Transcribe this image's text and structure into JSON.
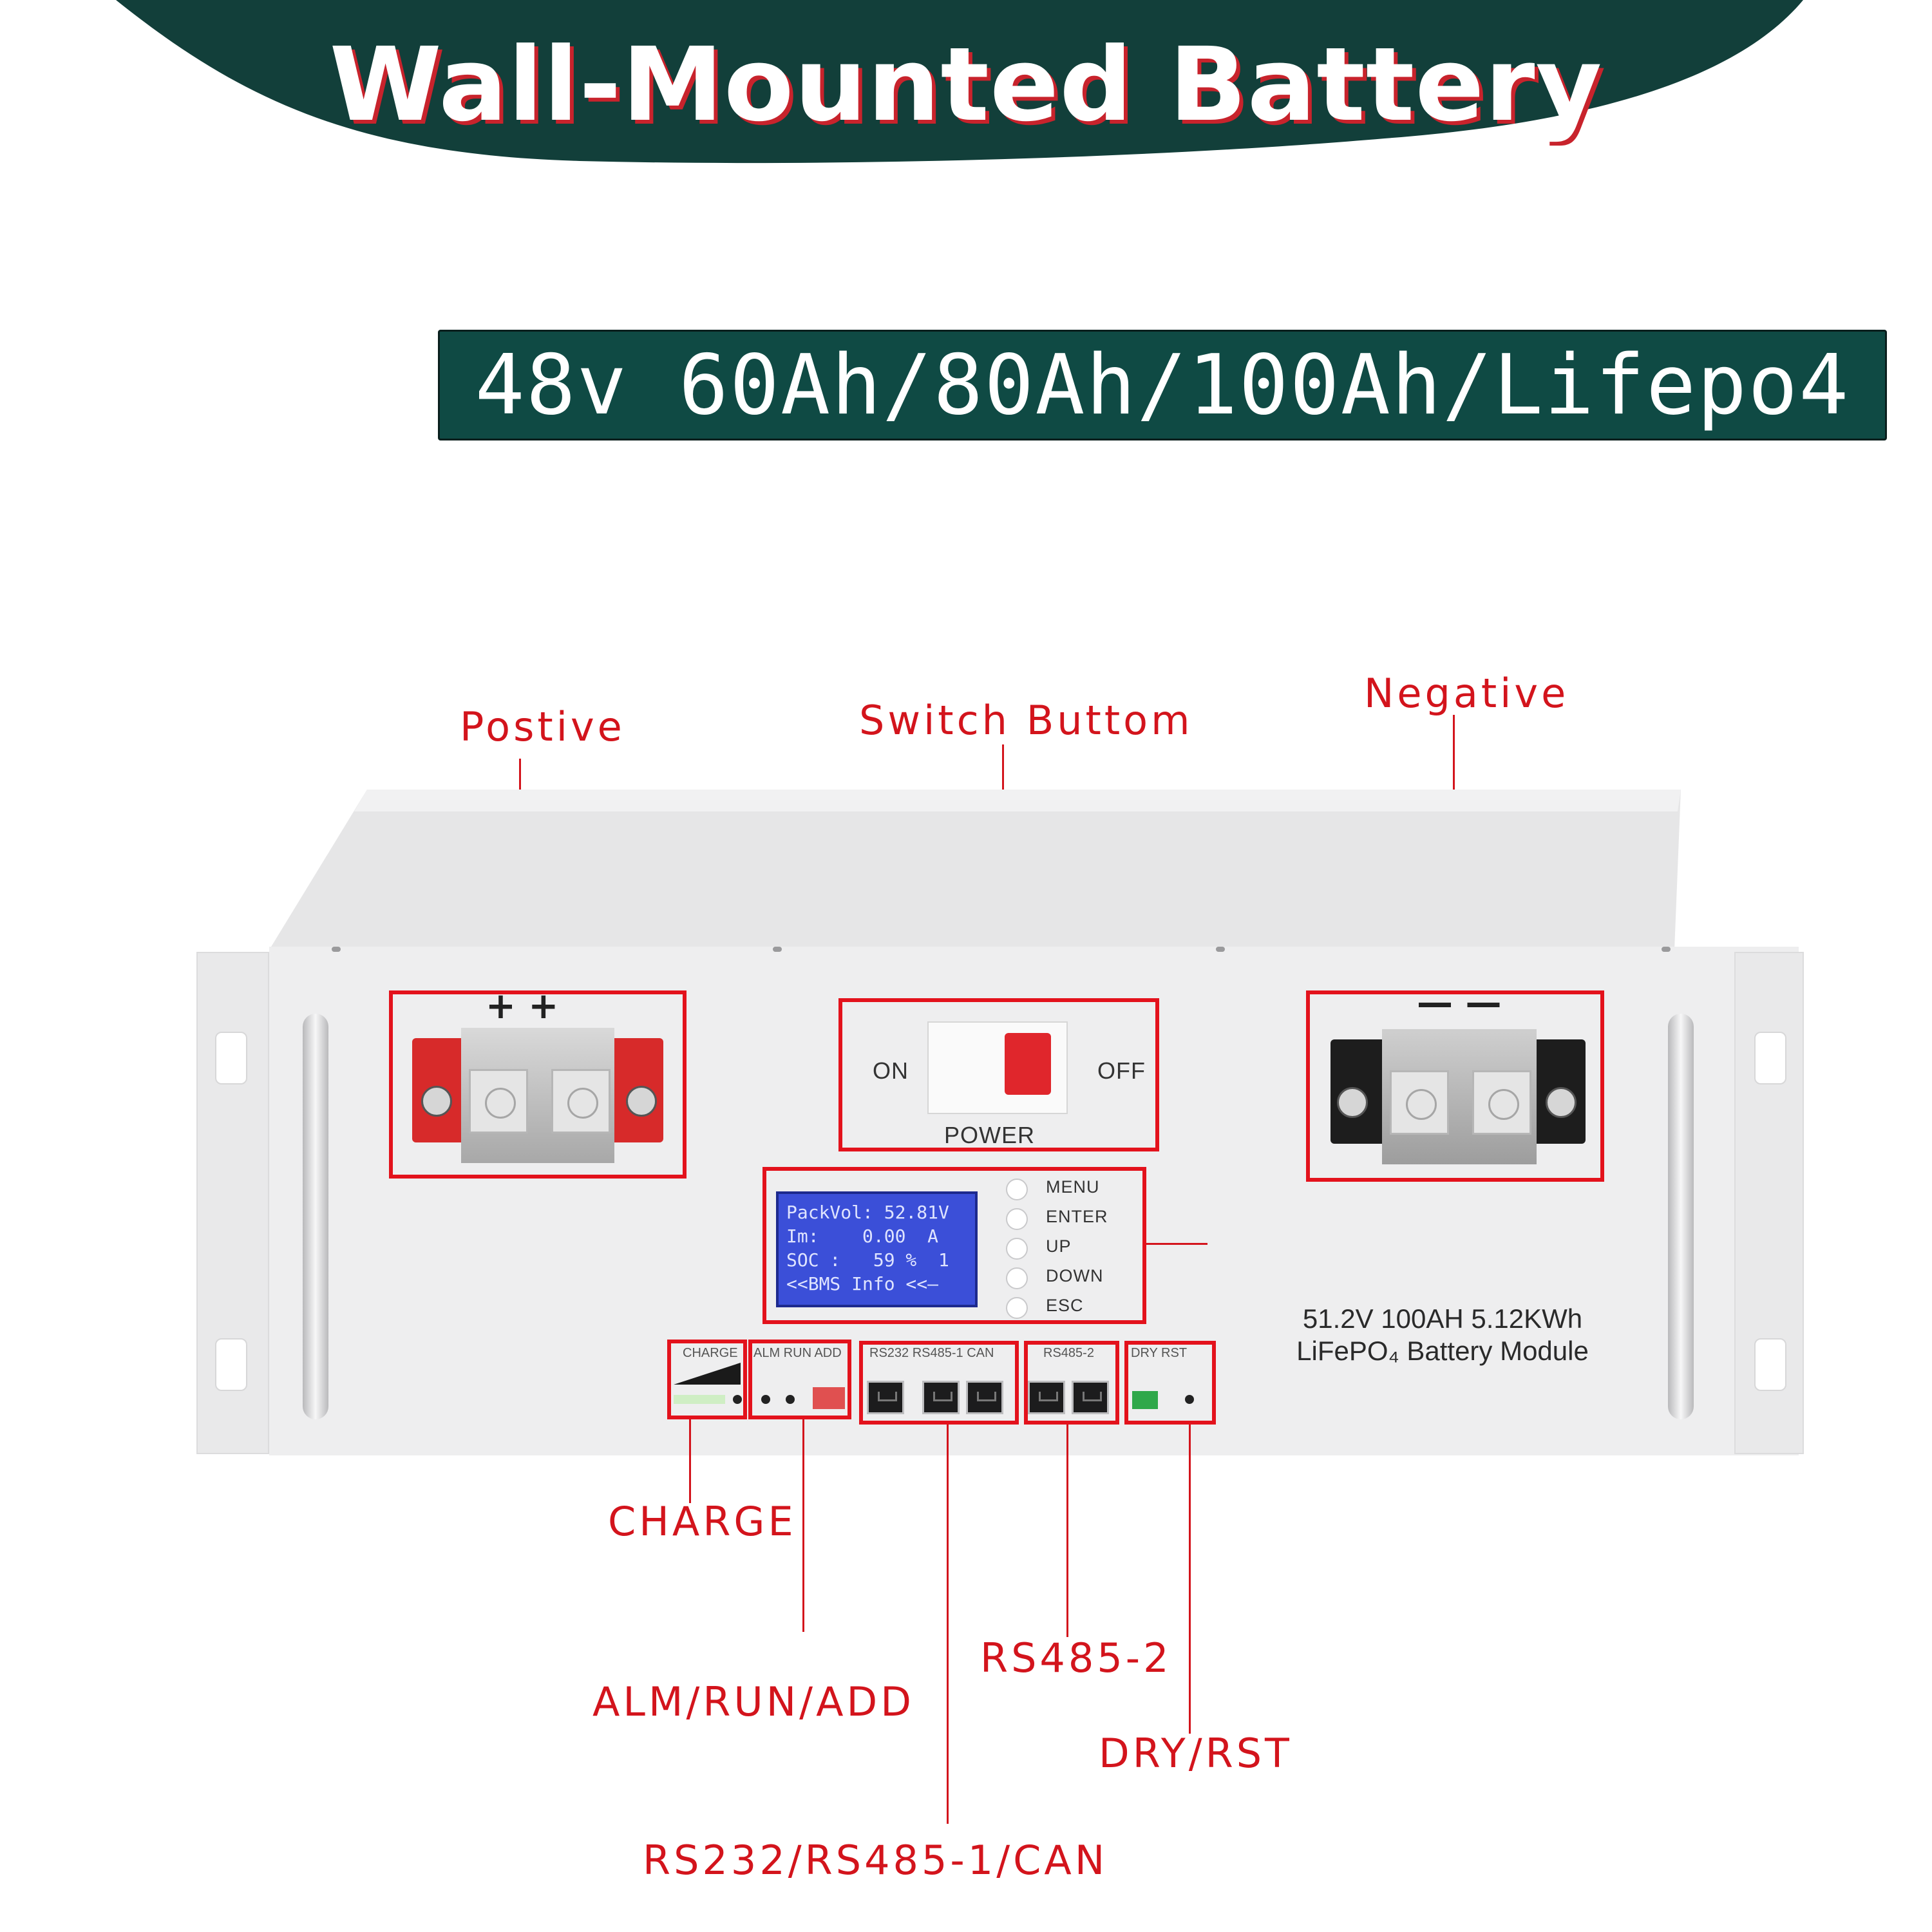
{
  "header": {
    "title": "Wall-Mounted Battery",
    "spec": "48v 60Ah/80Ah/100Ah/Lifepo4"
  },
  "callouts": {
    "positive": "Postive",
    "switch": "Switch Buttom",
    "negative": "Negative",
    "charge": "CHARGE",
    "alm_run_add": "ALM/RUN/ADD",
    "rs485_2": "RS485-2",
    "dry_rst": "DRY/RST",
    "rs232_rs485_can": "RS232/RS485-1/CAN"
  },
  "device": {
    "positive_terminal_marks": "+  +",
    "negative_terminal_marks": "—  —",
    "switch_on": "ON",
    "switch_off": "OFF",
    "switch_power": "POWER",
    "lcd_lines": [
      "PackVol: 52.81V",
      "Im:    0.00  A",
      "SOC :   59 %  1",
      "<<BMS Info <<—"
    ],
    "menu_buttons": [
      "MENU",
      "ENTER",
      "UP",
      "DOWN",
      "ESC"
    ],
    "port_labels": {
      "charge": "CHARGE",
      "alm_run_add": "ALM RUN  ADD",
      "rs232_rs485_can": "RS232   RS485-1 CAN",
      "rs485_2": "RS485-2",
      "dry_rst": "DRY    RST"
    },
    "model_line1": "51.2V 100AH 5.12KWh",
    "model_line2": "LiFePO₄ Battery Module"
  },
  "colors": {
    "banner": "#123f3a",
    "spec_box": "#0f4a44",
    "callout_red": "#d3141c",
    "title_shadow": "#c8232c",
    "positive_terminal": "#d72a2a",
    "negative_terminal": "#1d1d1d",
    "lcd": "#3b4fd8"
  }
}
